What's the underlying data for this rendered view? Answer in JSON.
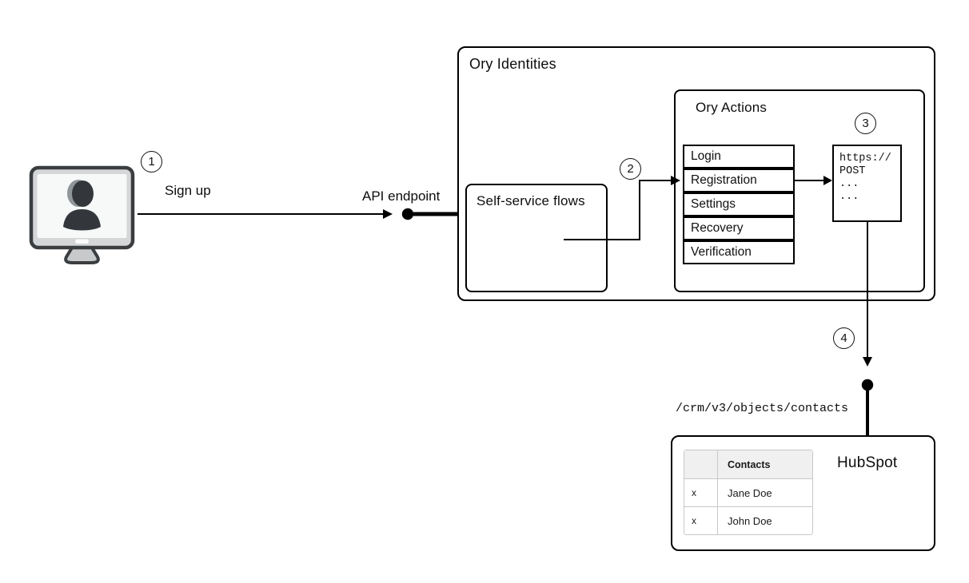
{
  "steps": [
    "1",
    "2",
    "3",
    "4"
  ],
  "labels": {
    "sign_up": "Sign up",
    "api_endpoint": "API endpoint",
    "crm_path": "/crm/v3/objects/contacts"
  },
  "ory_identities": {
    "title": "Ory Identities"
  },
  "self_service": {
    "title": "Self-service flows"
  },
  "ory_actions": {
    "title": "Ory Actions",
    "flows": [
      "Login",
      "Registration",
      "Settings",
      "Recovery",
      "Verification"
    ],
    "code_lines": [
      "https://",
      "POST",
      "...",
      "..."
    ]
  },
  "hubspot": {
    "title": "HubSpot",
    "table_header": "Contacts",
    "rows": [
      {
        "check": "x",
        "name": "Jane Doe"
      },
      {
        "check": "x",
        "name": "John Doe"
      }
    ]
  },
  "icons": {
    "client": "user-monitor-icon",
    "api_endpoint_dot": "connector-dot",
    "hubspot_endpoint_dot": "connector-dot"
  },
  "colors": {
    "line": "#000000",
    "box_border": "#000000",
    "table_border": "#c8c8c8",
    "table_header_bg": "#f0f0f0",
    "monitor_frame": "#d5d6d7",
    "monitor_stand": "#c7c9ca",
    "monitor_outline": "#3b3e40",
    "silhouette": "#33373b",
    "silhouette_highlight": "#8e969a"
  }
}
